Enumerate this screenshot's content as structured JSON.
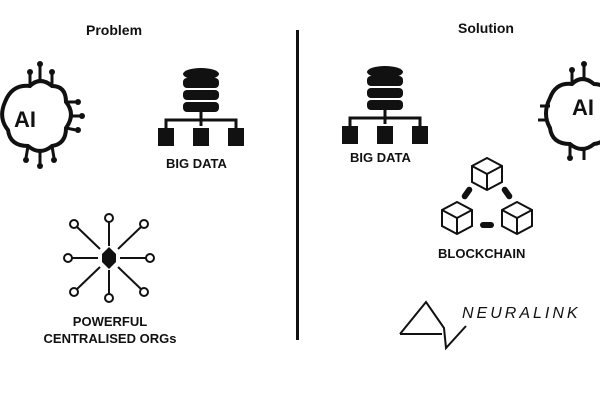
{
  "problem": {
    "heading": "Problem",
    "ai_label": "AI",
    "bigdata_label": "BIG DATA",
    "orgs_label_line1": "POWERFUL",
    "orgs_label_line2": "CENTRALISED ORGs"
  },
  "solution": {
    "heading": "Solution",
    "ai_label": "AI",
    "bigdata_label": "BIG DATA",
    "blockchain_label": "BLOCKCHAIN",
    "neuralink_label": "NEURALINK"
  },
  "icons": {
    "ai": "ai-brain-icon",
    "bigdata": "database-network-icon",
    "orgs": "centralised-arrows-icon",
    "blockchain": "blockchain-cubes-icon",
    "neuralink": "neuralink-logo"
  },
  "colors": {
    "ink": "#111111",
    "background": "#ffffff"
  }
}
